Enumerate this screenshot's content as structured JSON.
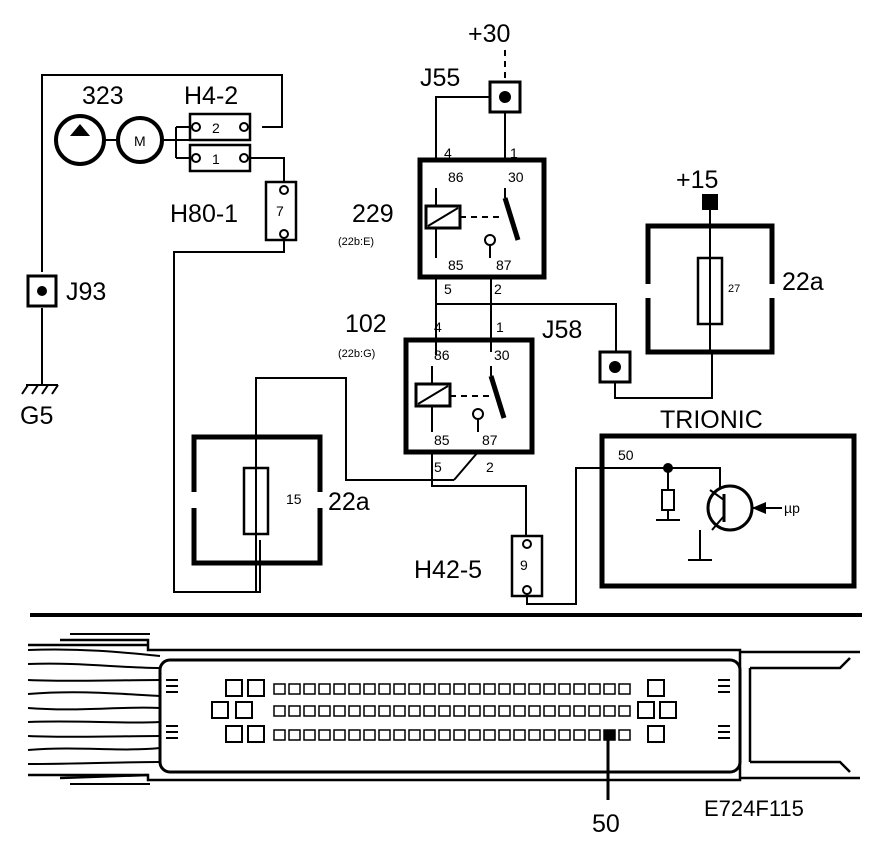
{
  "diagram": {
    "power": {
      "plus30": "+30",
      "plus15": "+15"
    },
    "connectors": {
      "j55": "J55",
      "j58": "J58",
      "j93": "J93",
      "g5": "G5",
      "h4_2": "H4-2",
      "h4_2_pin2": "2",
      "h4_2_pin1": "1",
      "h80_1": "H80-1",
      "h80_1_pin": "7",
      "h42_5": "H42-5",
      "h42_5_pin": "9"
    },
    "pump": {
      "number": "323",
      "motor_symbol": "M"
    },
    "relay_229": {
      "number": "229",
      "sub": "(22b:E)",
      "pins": {
        "p86": "86",
        "p30": "30",
        "p85": "85",
        "p87": "87",
        "w4": "4",
        "w1": "1",
        "w5": "5",
        "w2": "2"
      }
    },
    "relay_102": {
      "number": "102",
      "sub": "(22b:G)",
      "pins": {
        "p86": "86",
        "p30": "30",
        "p85": "85",
        "p87": "87",
        "w4": "4",
        "w1": "1",
        "w5": "5",
        "w2": "2"
      }
    },
    "fuse_27": {
      "number": "27",
      "box": "22a"
    },
    "fuse_15": {
      "number": "15",
      "box": "22a"
    },
    "trionic": {
      "title": "TRIONIC",
      "pin": "50",
      "mp_label": "µp"
    },
    "ecu_pin_callout": "50",
    "figure_code": "E724F115"
  },
  "colors": {
    "ink": "#000000",
    "paper": "#ffffff"
  }
}
